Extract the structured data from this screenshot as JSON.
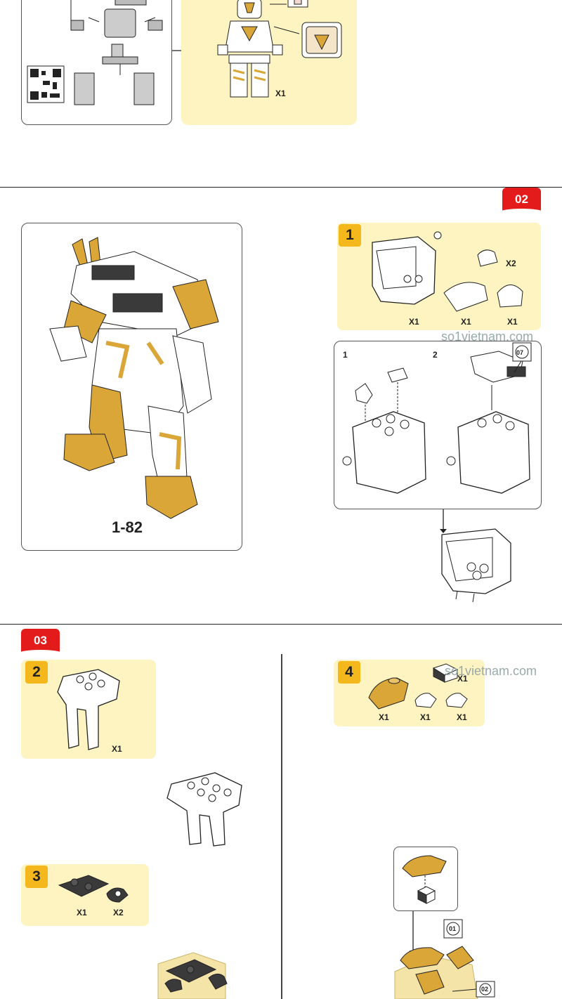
{
  "section1": {
    "minifig_qty": "X1"
  },
  "section2": {
    "page_number": "02",
    "model_label": "1-82",
    "step1": {
      "number": "1",
      "quantities": [
        "X1",
        "X2",
        "X1",
        "X1"
      ]
    },
    "substeps": [
      "1",
      "2"
    ],
    "callout_ref": "07"
  },
  "section3": {
    "page_number": "03",
    "step2": {
      "number": "2",
      "qty": "X1"
    },
    "step3": {
      "number": "3",
      "quantities": [
        "X1",
        "X2"
      ]
    },
    "step4": {
      "number": "4",
      "quantities": [
        "X1",
        "X1",
        "X1",
        "X1"
      ]
    },
    "callout_refs": [
      "01",
      "02"
    ]
  },
  "watermark": "so1vietnam.com",
  "colors": {
    "yellow_panel": "#fdf4c2",
    "badge": "#f5b81c",
    "page_tab": "#e31b1b",
    "gold": "#d9a637",
    "dark": "#3a3a3a"
  }
}
